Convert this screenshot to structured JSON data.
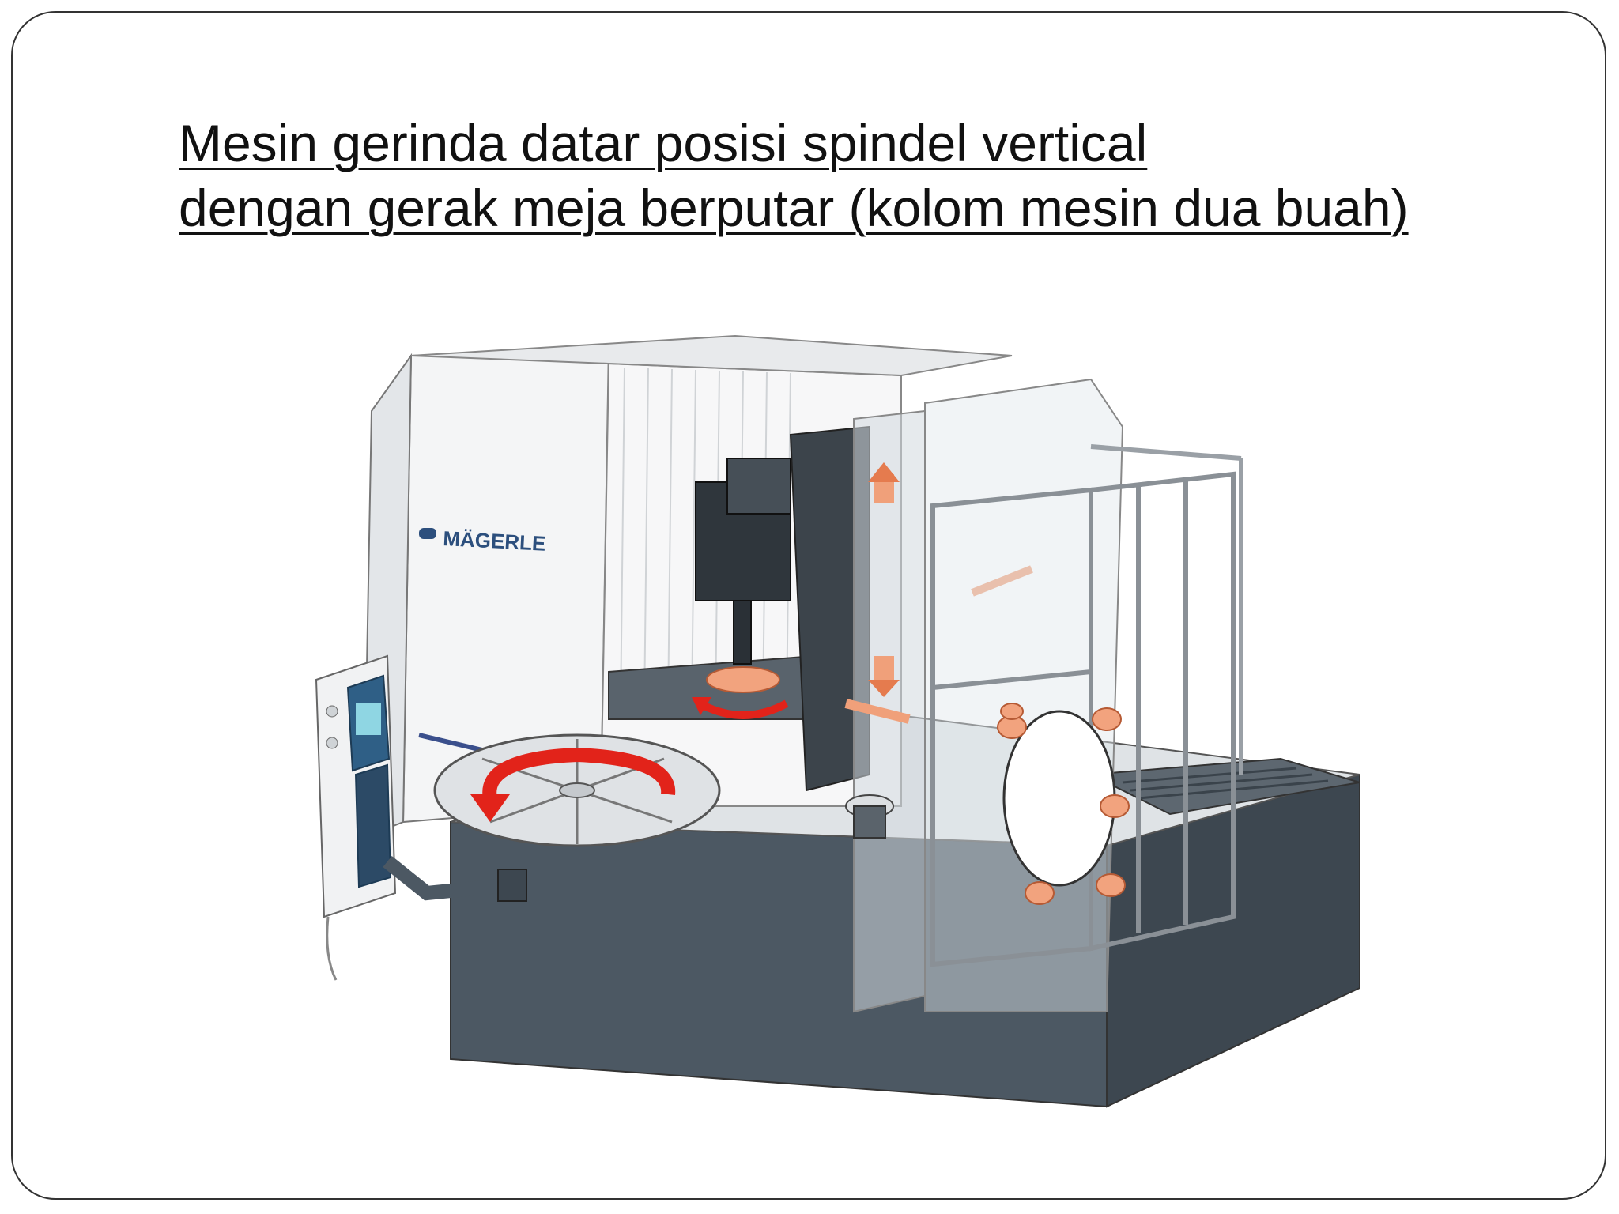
{
  "slide": {
    "title_line1": "Mesin gerinda datar posisi spindel vertical",
    "title_line2": "dengan gerak meja berputar (kolom mesin dua buah)"
  },
  "figure": {
    "brand_logo": "MÄGERLE",
    "icons": [
      "rotation-arrow-icon",
      "up-arrow-icon",
      "down-arrow-icon",
      "double-arrow-icon"
    ],
    "colors": {
      "machine_body": "#eef0f2",
      "base_dark": "#4a5560",
      "motion_arrow_red": "#e2231a",
      "motion_arrow_orange": "#f0a07a",
      "control_panel": "#2f5f86"
    }
  }
}
